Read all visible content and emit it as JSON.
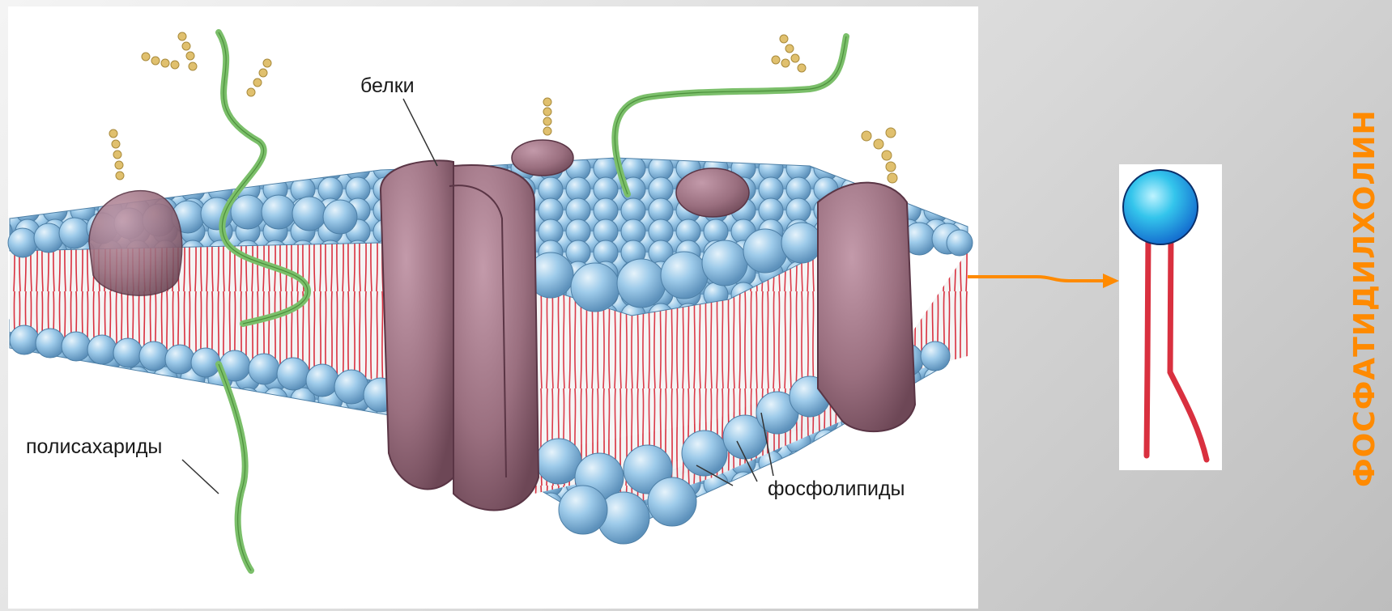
{
  "labels": {
    "proteins": "белки",
    "polysaccharides": "полисахариды",
    "phospholipids": "фосфолипиды"
  },
  "side_title": "ФОСФАТИДИЛХОЛИН",
  "colors": {
    "head": "#8fc0e3",
    "head_stroke": "#4d7fa6",
    "tail": "#d9303f",
    "protein": "#9a6f7f",
    "protein_dark": "#6a4352",
    "polysaccharide": "#8fcf7e",
    "sugar": "#e0c06e",
    "arrow": "#ff8a00",
    "accent_head": "#1e8fe6",
    "title": "#ff8a00"
  }
}
